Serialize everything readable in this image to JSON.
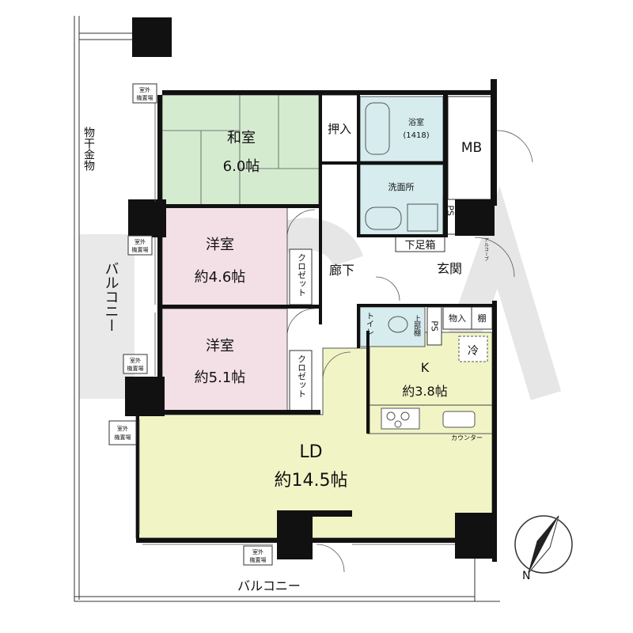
{
  "rooms": {
    "washitsu": {
      "name": "和室",
      "size": "6.0帖"
    },
    "yoshitsu1": {
      "name": "洋室",
      "size": "約4.6帖"
    },
    "yoshitsu2": {
      "name": "洋室",
      "size": "約5.1帖"
    },
    "ld": {
      "name": "LD",
      "size": "約14.5帖"
    },
    "kitchen": {
      "name": "K",
      "size": "約3.8帖"
    },
    "bath": {
      "name": "浴室",
      "size": "(1418)"
    },
    "senmen": "洗面所",
    "toilet": "トイレ",
    "rouka": "廊下",
    "genkan": "玄関"
  },
  "storage": {
    "oshiire": "押入",
    "closet": "クロゼット",
    "mb": "MB",
    "ps": "PS",
    "geta": "下足箱",
    "monoire": "物入",
    "tana": "棚",
    "jobi": "上部棚",
    "rei": "冷",
    "counter": "カウンター"
  },
  "exterior": {
    "balcony": "バルコニー",
    "monohoshi": "物干金物",
    "outdoor_unit": [
      "室外",
      "機置場"
    ],
    "alcove": "アルコーブ"
  },
  "compass": {
    "north": "N"
  },
  "watermark": "IA",
  "colors": {
    "washitsu": "#d5ebd0",
    "yoshitsu": "#f3dfe6",
    "ld": "#f1f5c6",
    "wet": "#d6ecef",
    "watermark": "#c8c8c8"
  }
}
